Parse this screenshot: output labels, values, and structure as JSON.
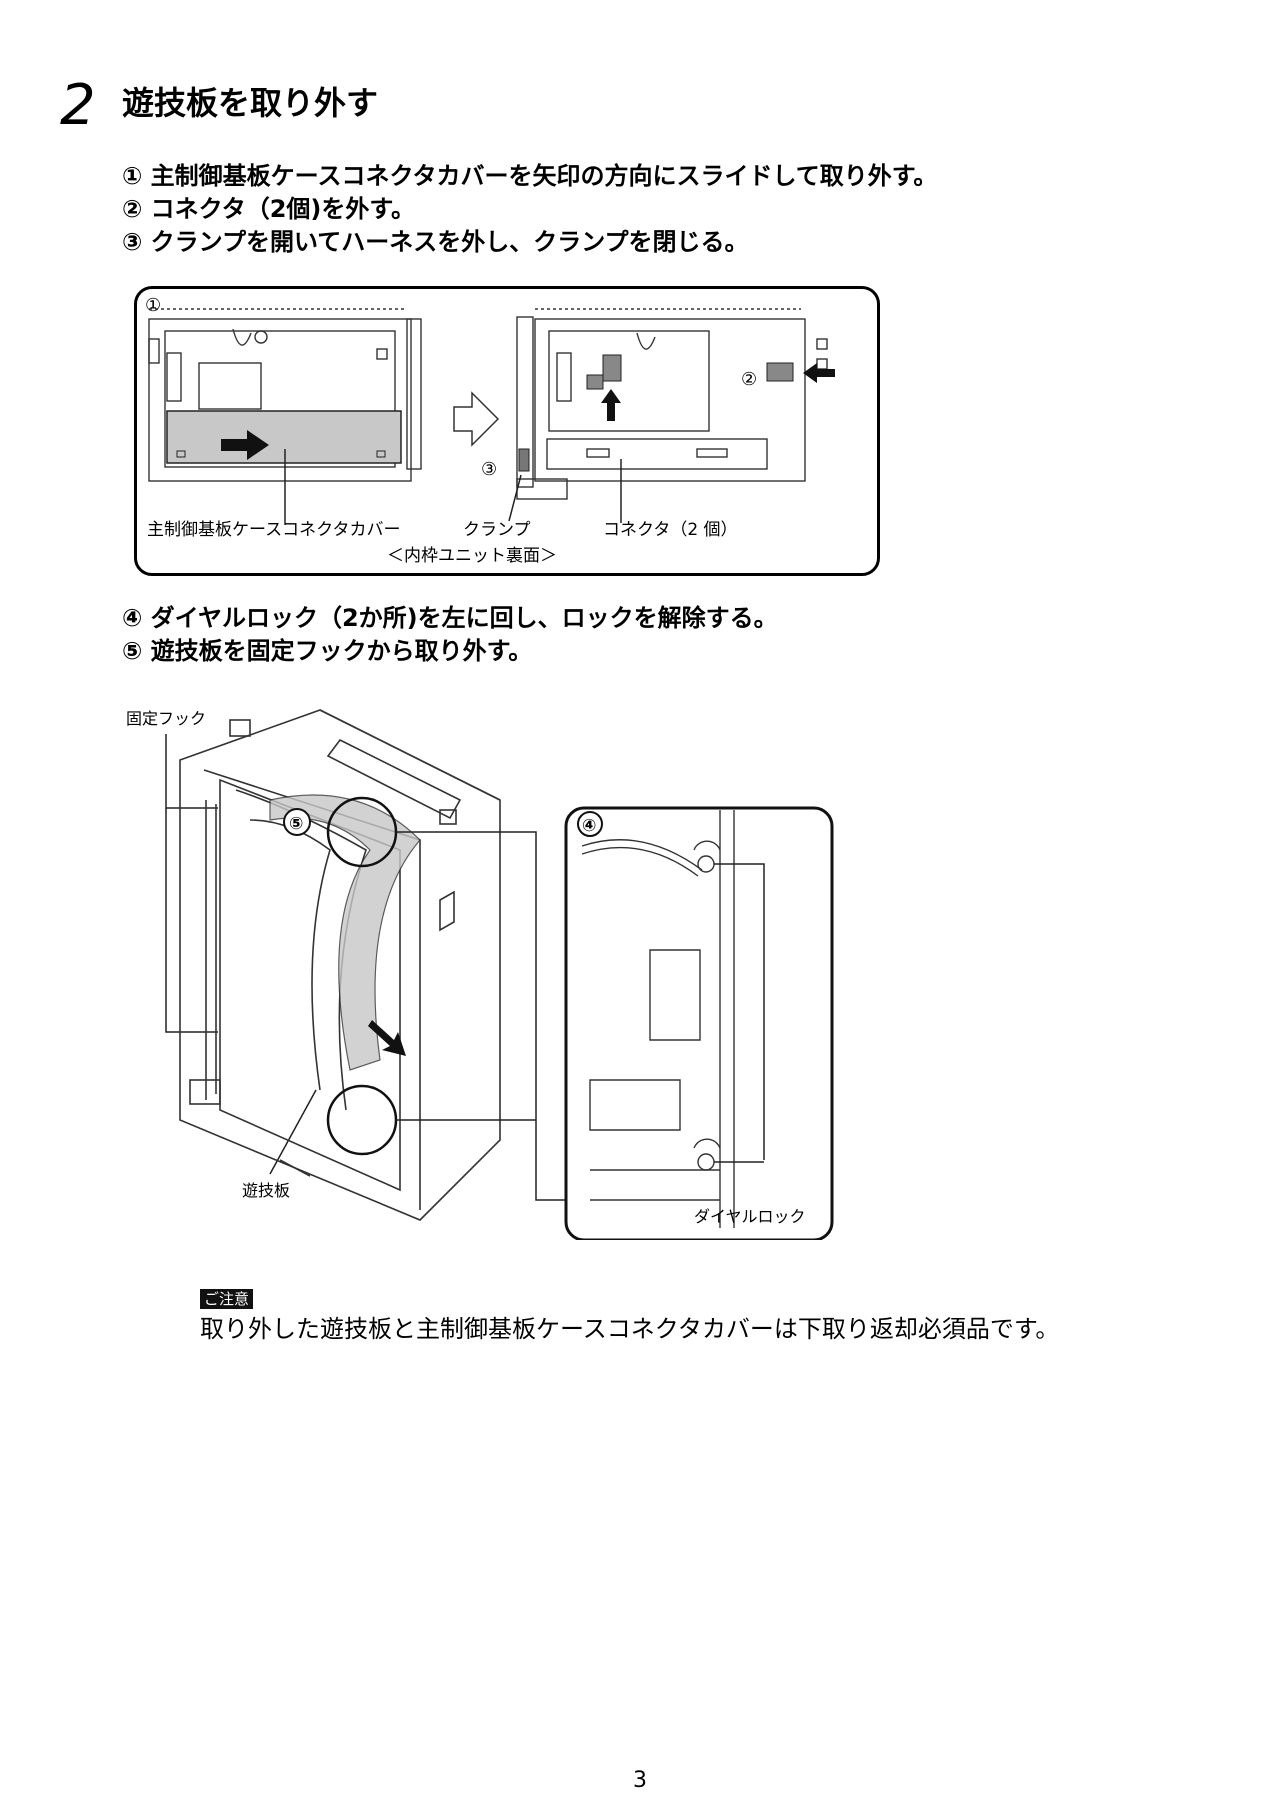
{
  "heading": {
    "number": "2",
    "title": "遊技板を取り外す"
  },
  "instructions_top": [
    "① 主制御基板ケースコネクタカバーを矢印の方向にスライドして取り外す。",
    "② コネクタ（2個)を外す。",
    "③ クランプを開いてハーネスを外し、クランプを閉じる。"
  ],
  "figure1": {
    "marker_1": "①",
    "marker_2": "②",
    "marker_3": "③",
    "label_cover": "主制御基板ケースコネクタカバー",
    "label_clamp": "クランプ",
    "label_connector": "コネクタ（2 個）",
    "caption": "＜内枠ユニット裏面＞"
  },
  "instructions_bottom": [
    "④ ダイヤルロック（2か所)を左に回し、ロックを解除する。",
    "⑤ 遊技板を固定フックから取り外す。"
  ],
  "figure2": {
    "label_hook": "固定フック",
    "label_board": "遊技板",
    "marker_5": "⑤",
    "marker_4": "④",
    "label_dial_lock": "ダイヤルロック"
  },
  "caution": {
    "badge": "ご注意",
    "text": "取り外した遊技板と主制御基板ケースコネクタカバーは下取り返却必須品です。"
  },
  "page_number": "3"
}
